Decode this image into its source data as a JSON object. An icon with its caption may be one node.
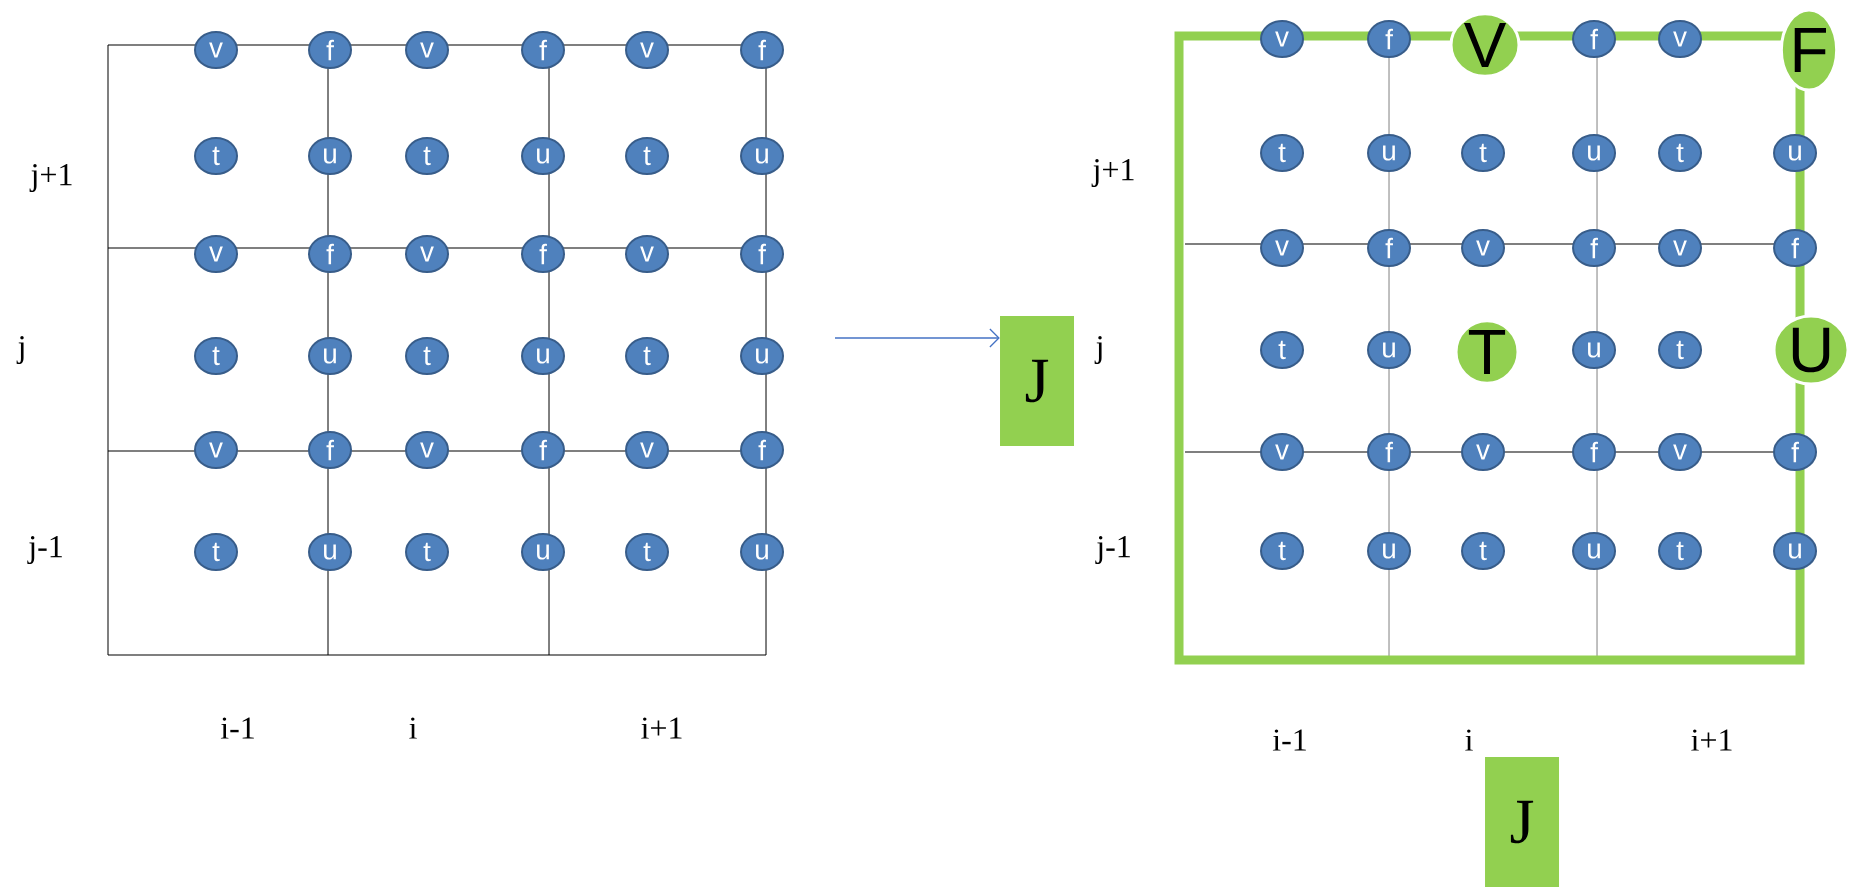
{
  "diagram": {
    "nodes": [
      {
        "text": [
          "v"
        ]
      },
      {
        "text": [
          "f"
        ]
      },
      {
        "text": [
          "v"
        ]
      },
      {
        "text": [
          "f"
        ]
      },
      {
        "text": [
          "v"
        ]
      },
      {
        "text": [
          "f"
        ]
      },
      {
        "text": [
          "t"
        ]
      },
      {
        "text": [
          "u"
        ]
      },
      {
        "text": [
          "t"
        ]
      },
      {
        "text": [
          "u"
        ]
      },
      {
        "text": [
          "t"
        ]
      },
      {
        "text": [
          "u"
        ]
      },
      {
        "text": [
          "v"
        ]
      },
      {
        "text": [
          "f"
        ]
      },
      {
        "text": [
          "v"
        ]
      },
      {
        "text": [
          "f"
        ]
      },
      {
        "text": [
          "v"
        ]
      },
      {
        "text": [
          "f"
        ]
      },
      {
        "text": [
          "t"
        ]
      },
      {
        "text": [
          "u"
        ]
      },
      {
        "text": [
          "t"
        ]
      },
      {
        "text": [
          "u"
        ]
      },
      {
        "text": [
          "t"
        ]
      },
      {
        "text": [
          "u"
        ]
      },
      {
        "text": [
          "v"
        ]
      },
      {
        "text": [
          "f"
        ]
      },
      {
        "text": [
          "v"
        ]
      },
      {
        "text": [
          "f"
        ]
      },
      {
        "text": [
          "v"
        ]
      },
      {
        "text": [
          "f"
        ]
      },
      {
        "text": [
          "t"
        ]
      },
      {
        "text": [
          "u"
        ]
      },
      {
        "text": [
          "t"
        ]
      },
      {
        "text": [
          "u"
        ]
      },
      {
        "text": [
          "t"
        ]
      },
      {
        "text": [
          "u"
        ]
      },
      {
        "text": [
          "J"
        ]
      },
      {
        "text": [
          "v"
        ]
      },
      {
        "text": [
          "f"
        ]
      },
      {
        "text": [
          "V"
        ]
      },
      {
        "text": [
          "f"
        ]
      },
      {
        "text": [
          "v"
        ]
      },
      {
        "text": [
          "F"
        ]
      },
      {
        "text": [
          "t"
        ]
      },
      {
        "text": [
          "u"
        ]
      },
      {
        "text": [
          "t"
        ]
      },
      {
        "text": [
          "u"
        ]
      },
      {
        "text": [
          "t"
        ]
      },
      {
        "text": [
          "u"
        ]
      },
      {
        "text": [
          "v"
        ]
      },
      {
        "text": [
          "f"
        ]
      },
      {
        "text": [
          "v"
        ]
      },
      {
        "text": [
          "f"
        ]
      },
      {
        "text": [
          "v"
        ]
      },
      {
        "text": [
          "f"
        ]
      },
      {
        "text": [
          "t"
        ]
      },
      {
        "text": [
          "u"
        ]
      },
      {
        "text": [
          "T"
        ]
      },
      {
        "text": [
          "u"
        ]
      },
      {
        "text": [
          "t"
        ]
      },
      {
        "text": [
          "U"
        ]
      },
      {
        "text": [
          "v"
        ]
      },
      {
        "text": [
          "f"
        ]
      },
      {
        "text": [
          "v"
        ]
      },
      {
        "text": [
          "f"
        ]
      },
      {
        "text": [
          "v"
        ]
      },
      {
        "text": [
          "f"
        ]
      },
      {
        "text": [
          "t"
        ]
      },
      {
        "text": [
          "u"
        ]
      },
      {
        "text": [
          "t"
        ]
      },
      {
        "text": [
          "u"
        ]
      },
      {
        "text": [
          "t"
        ]
      },
      {
        "text": [
          "u"
        ]
      },
      {
        "text": [
          "J"
        ]
      }
    ],
    "edges": [
      {
        "from": null,
        "to": 36,
        "arrow": "to"
      }
    ],
    "labels": [
      "j+1",
      "j",
      "j-1",
      "i-1",
      "i",
      "i+1",
      "j+1",
      "j",
      "j-1",
      "i-1",
      "i",
      "i+1"
    ]
  }
}
